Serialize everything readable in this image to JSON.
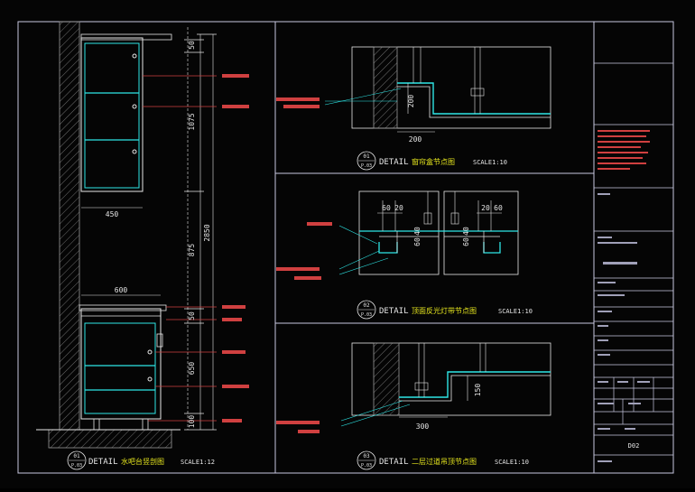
{
  "colors": {
    "frame": "#c8c8e0",
    "line_white": "#e6e6e6",
    "cyan": "#2ee6e6",
    "dim_blue": "#4a6ad0",
    "red": "#d04040",
    "yellow": "#e6e61e",
    "hatch": "#9a9a9a"
  },
  "left_section": {
    "dims_vertical": [
      "50",
      "1075",
      "2850",
      "875",
      "50",
      "650",
      "100"
    ],
    "dim_450": "450",
    "dim_600": "600",
    "title": {
      "number_top": "01",
      "number_bottom": "P.03",
      "word": "DETAIL",
      "name": "水吧台竖剖图",
      "scale": "SCALE1:12"
    }
  },
  "detail_1": {
    "dim_200_h": "200",
    "dim_200_v": "200",
    "title": {
      "number_top": "01",
      "number_bottom": "P.03",
      "word": "DETAIL",
      "name": "窗帘盒节点图",
      "scale": "SCALE1:10"
    }
  },
  "detail_2": {
    "dims": [
      "60",
      "20",
      "20",
      "60",
      "60",
      "40",
      "60",
      "40"
    ],
    "title": {
      "number_top": "02",
      "number_bottom": "P.03",
      "word": "DETAIL",
      "name": "顶面反光灯带节点图",
      "scale": "SCALE1:10"
    }
  },
  "detail_3": {
    "dim_300": "300",
    "dim_150": "150",
    "title": {
      "number_top": "03",
      "number_bottom": "P.03",
      "word": "DETAIL",
      "name": "二层过道吊顶节点图",
      "scale": "SCALE1:10"
    }
  },
  "title_block": {
    "sheet_number": "D02"
  }
}
